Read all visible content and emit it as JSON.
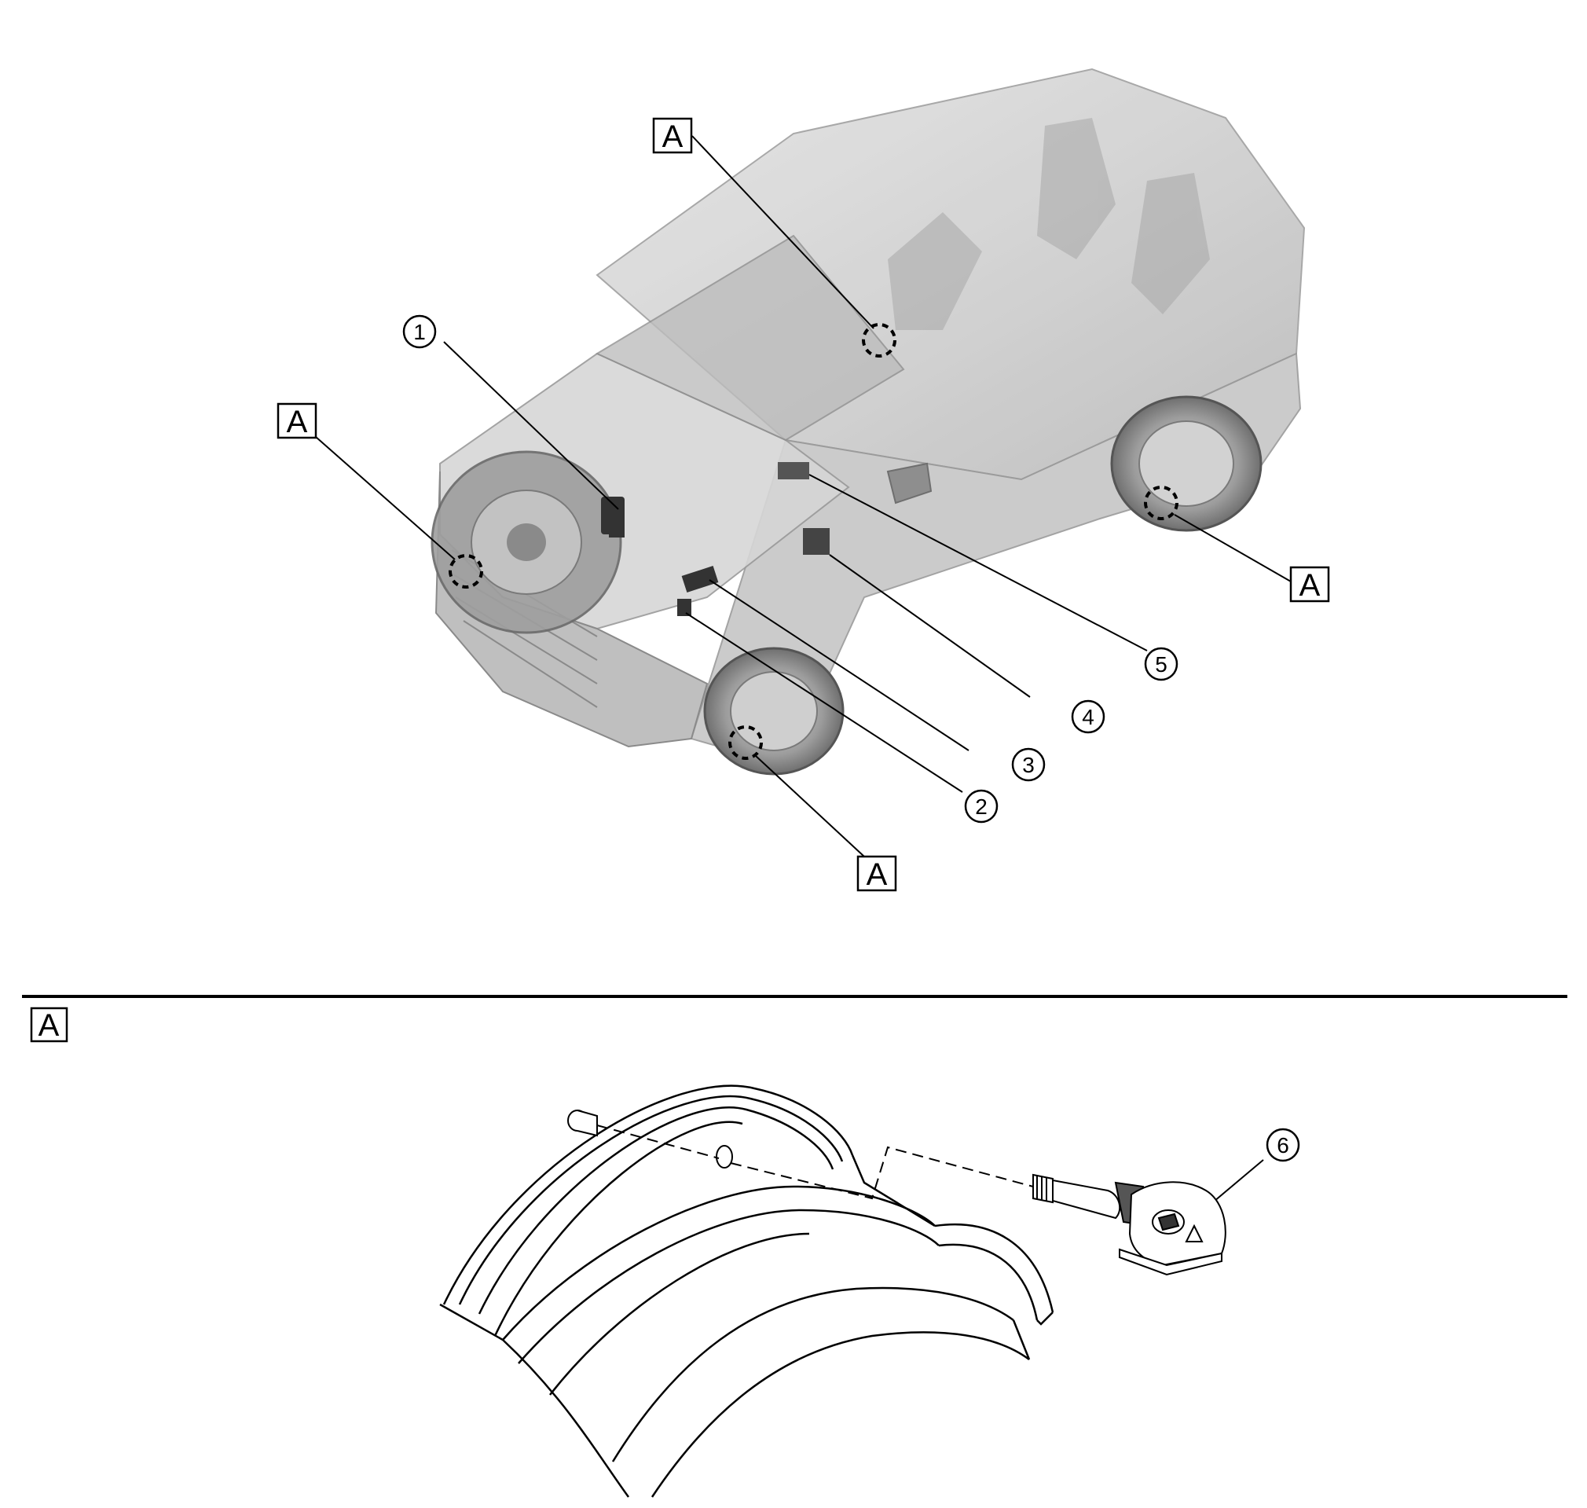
{
  "callouts": {
    "A": "A",
    "1": "1",
    "2": "2",
    "3": "3",
    "4": "4",
    "5": "5",
    "6": "6"
  },
  "section_label": "A",
  "colors": {
    "body_fill": "#cfcfcf",
    "body_dark": "#9a9a9a",
    "line": "#000000",
    "part_dark": "#333333"
  }
}
